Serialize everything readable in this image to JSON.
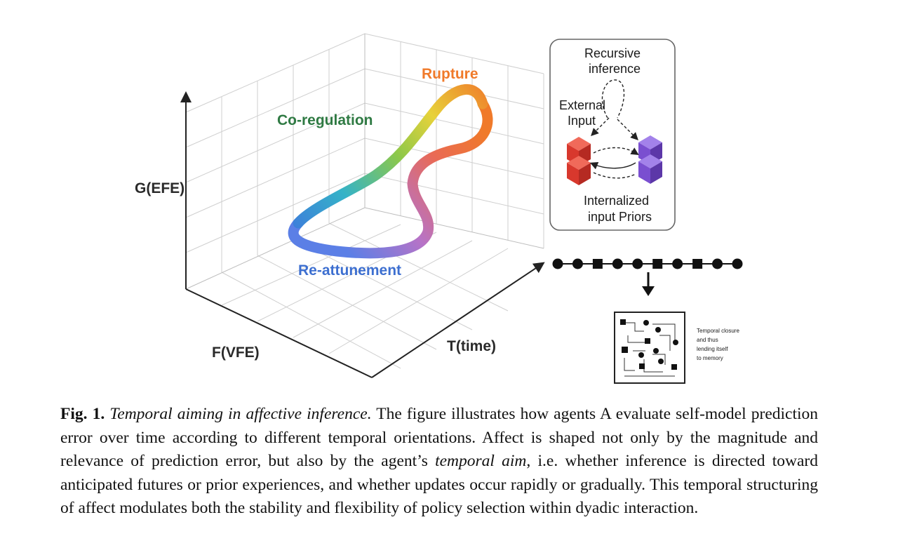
{
  "figure": {
    "axes": {
      "y_label": "G(EFE)",
      "x_label": "F(VFE)",
      "z_label": "T(time)"
    },
    "phases": {
      "rupture": "Rupture",
      "coregulation": "Co-regulation",
      "reattunement": "Re-attunement"
    },
    "colors": {
      "rupture": "#f07a2a",
      "coregulation": "#2f7a43",
      "reattunement": "#3d6fd0",
      "red_cube": "#d8382d",
      "purple_cube": "#7a4fd0"
    },
    "inset": {
      "recursive_line1": "Recursive",
      "recursive_line2": "inference",
      "external_line1": "External",
      "external_line2": "Input",
      "priors_line1": "Internalized",
      "priors_line2": "input Priors"
    },
    "memory": {
      "sequence": [
        "circle",
        "circle",
        "square",
        "circle",
        "circle",
        "square",
        "circle",
        "square",
        "circle",
        "circle"
      ],
      "note_lines": [
        "Temporal closure",
        "and thus",
        "lending itself",
        "to memory"
      ]
    }
  },
  "caption": {
    "label": "Fig. 1.",
    "title": "Temporal aiming in affective inference.",
    "part1": " The figure illustrates how agents A evaluate self-model prediction error over time according to different temporal orientations. Affect is shaped not only by the magnitude and relevance of prediction error, but also by the agent’s ",
    "term": "temporal aim",
    "part2": ", i.e. whether inference is directed toward anticipated futures or prior experiences, and whether updates occur rapidly or gradually. This temporal structuring of affect modulates both the stability and flexibility of policy selection within dyadic interaction."
  }
}
